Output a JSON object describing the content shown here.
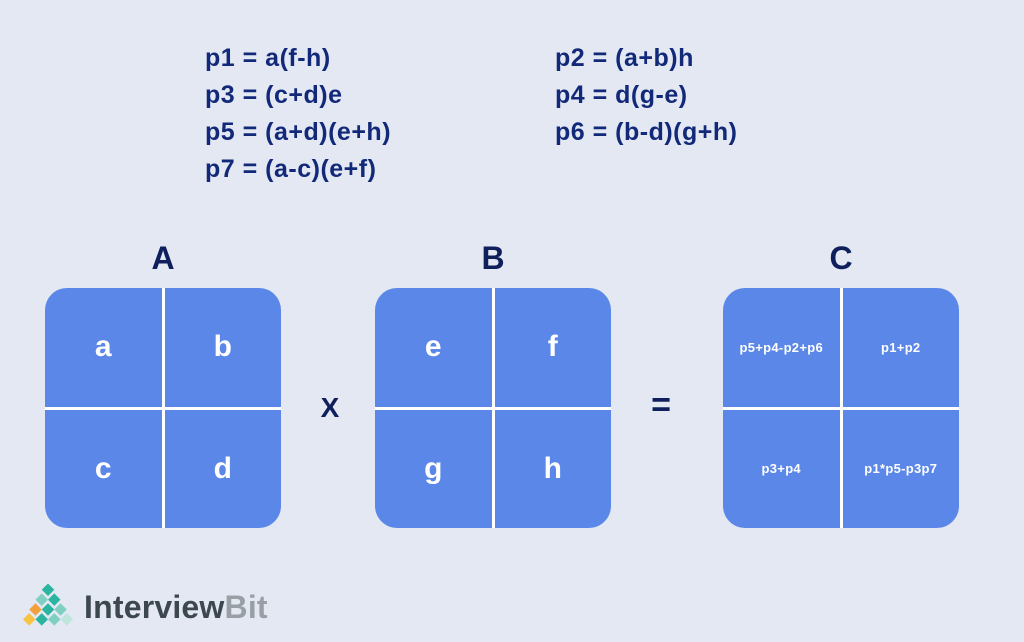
{
  "formulas": {
    "left": [
      "p1 = a(f-h)",
      "p3 = (c+d)e",
      "p5 = (a+d)(e+h)",
      "p7 = (a-c)(e+f)"
    ],
    "right": [
      "p2 = (a+b)h",
      "p4 = d(g-e)",
      "p6 = (b-d)(g+h)"
    ]
  },
  "matrices": {
    "a": {
      "label": "A",
      "cells": [
        "a",
        "b",
        "c",
        "d"
      ]
    },
    "b": {
      "label": "B",
      "cells": [
        "e",
        "f",
        "g",
        "h"
      ]
    },
    "c": {
      "label": "C",
      "cells": [
        "p5+p4-p2+p6",
        "p1+p2",
        "p3+p4",
        "p1*p5-p3p7"
      ]
    }
  },
  "operators": {
    "multiply": "X",
    "equals": "="
  },
  "logo": {
    "primary": "Interview",
    "secondary": "Bit"
  },
  "colors": {
    "background": "#e4e8f3",
    "matrix_fill": "#5b87e8",
    "formula_text": "#12297a",
    "matrix_cell_text": "#ffffff",
    "divider_lines": "#ffffff"
  }
}
